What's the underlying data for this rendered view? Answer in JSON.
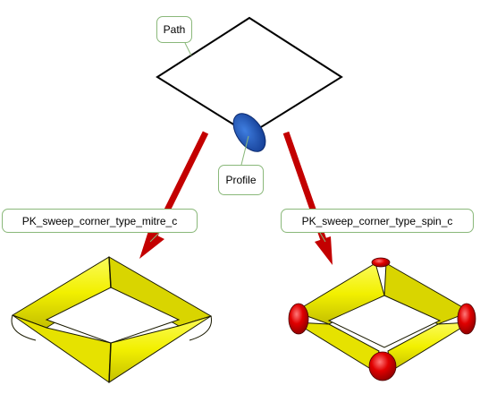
{
  "callouts": {
    "path": "Path",
    "profile": "Profile",
    "mitre": "PK_sweep_corner_type_mitre_c",
    "spin": "PK_sweep_corner_type_spin_c"
  },
  "colors": {
    "path_outline": "#000000",
    "profile_fill": "#1e4fb0",
    "arrow": "#c30000",
    "tube_fill": "#f2f000",
    "tube_shadow": "#c9c400",
    "spin_ball": "#e00000",
    "callout_border": "#8ab87a"
  }
}
